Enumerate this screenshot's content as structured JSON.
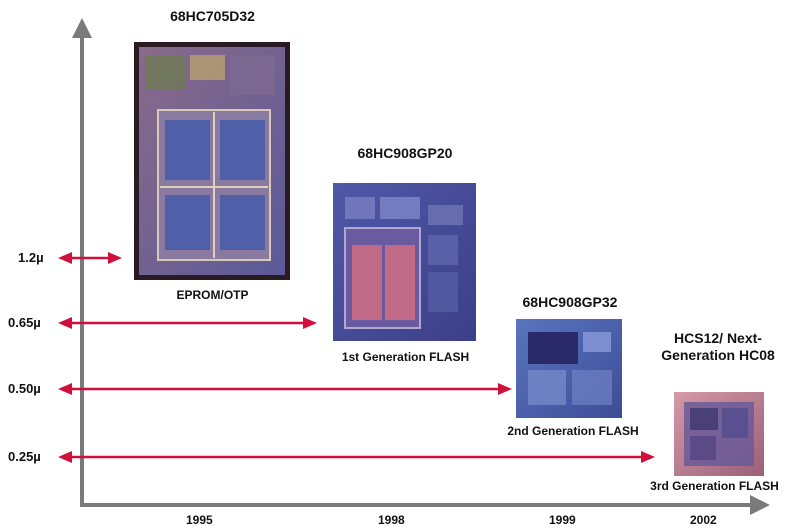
{
  "axis": {
    "y_ticks": [
      "1.2µ",
      "0.65µ",
      "0.50µ",
      "0.25µ"
    ],
    "x_ticks": [
      "1995",
      "1998",
      "1999",
      "2002"
    ]
  },
  "chips": [
    {
      "name": "68HC705D32",
      "caption": "EPROM/OTP"
    },
    {
      "name": "68HC908GP20",
      "caption": "1st Generation FLASH"
    },
    {
      "name": "68HC908GP32",
      "caption": "2nd Generation FLASH"
    },
    {
      "name": "HCS12/ Next-Generation HC08",
      "caption": "3rd Generation FLASH"
    }
  ],
  "colors": {
    "axis": "#7a7a7a",
    "arrow": "#d0103a",
    "die_1": "#6b5a9c",
    "die_2": "#4a4f9a",
    "die_3": "#4a5ea8",
    "die_4": "#b57a8f"
  }
}
